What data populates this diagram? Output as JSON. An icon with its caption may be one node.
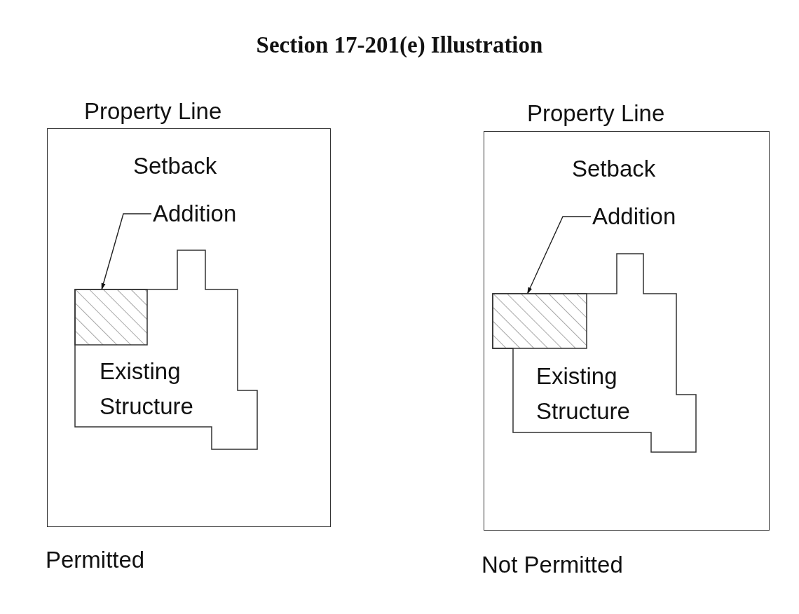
{
  "diagram": {
    "title": "Section 17-201(e) Illustration",
    "nodes": [
      {
        "text": [
          "Property Line"
        ],
        "beside": [
          "Permitted"
        ]
      },
      {
        "text": [
          "Addition"
        ],
        "in": 0
      },
      {
        "text": [
          "Existing Structure"
        ],
        "in": 0
      },
      {
        "text": [],
        "shape": "box",
        "in": 2
      },
      {
        "text": [
          "Property Line"
        ],
        "beside": [
          "Not Permitted"
        ]
      },
      {
        "text": [
          "Addition"
        ],
        "in": 4
      },
      {
        "text": [
          "Existing Structure"
        ],
        "in": 4
      },
      {
        "text": [],
        "shape": "box",
        "in": 6
      }
    ],
    "edges": [
      {
        "from": 1,
        "to": 3,
        "arrow": "to"
      },
      {
        "from": 5,
        "to": 7,
        "arrow": "to"
      }
    ],
    "labels": [
      "Setback",
      "Setback"
    ]
  }
}
